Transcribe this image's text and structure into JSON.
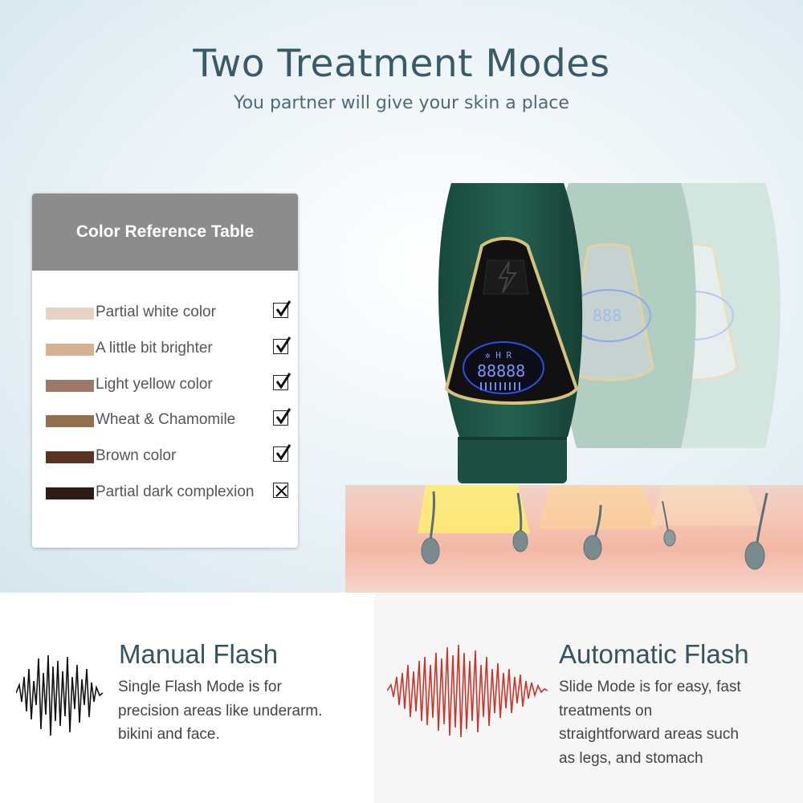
{
  "header": {
    "title": "Two Treatment Modes",
    "subtitle": "You partner will give your skin a place"
  },
  "color_table": {
    "title": "Color Reference Table",
    "rows": [
      {
        "label": "Partial white color",
        "swatch": "#e8d3c3",
        "suitable": true
      },
      {
        "label": "A little bit brighter",
        "swatch": "#d4b293",
        "suitable": true
      },
      {
        "label": "Light yellow color",
        "swatch": "#9b7966",
        "suitable": true
      },
      {
        "label": "Wheat & Chamomile",
        "swatch": "#91704f",
        "suitable": true
      },
      {
        "label": "Brown color",
        "swatch": "#5a3322",
        "suitable": true
      },
      {
        "label": "Partial dark complexion",
        "swatch": "#2d1c14",
        "suitable": false
      }
    ]
  },
  "device": {
    "color_primary": "#21564a",
    "color_secondary": "#a7c3b7",
    "color_tertiary": "#c9ddd6",
    "display_text": "88888"
  },
  "modes": {
    "manual": {
      "title": "Manual Flash",
      "description": "Single Flash Mode is for precision areas like underarm. bikini and face.",
      "lines": [
        "Single Flash Mode is for",
        "precision areas like underarm.",
        "bikini and face."
      ],
      "wave_color": "#111111"
    },
    "automatic": {
      "title": "Automatic Flash",
      "description": "Slide Mode is for easy, fast treatments on straightforward areas such as legs, and stomach",
      "lines": [
        "Slide Mode is for easy, fast",
        "treatments on",
        "straightforward areas such",
        "as legs, and stomach"
      ],
      "wave_color": "#c8352a"
    }
  }
}
